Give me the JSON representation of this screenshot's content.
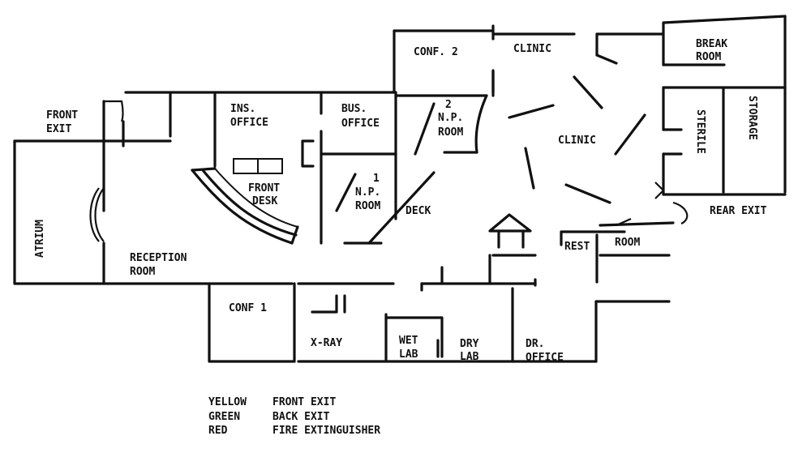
{
  "rooms": {
    "front_exit": [
      "FRONT",
      "EXIT"
    ],
    "atrium": "ATRIUM",
    "reception": [
      "RECEPTION",
      "ROOM"
    ],
    "ins_office": [
      "INS.",
      "OFFICE"
    ],
    "bus_office": [
      "BUS.",
      "OFFICE"
    ],
    "front_desk": [
      "FRONT",
      "DESK"
    ],
    "np_room_1": [
      "1",
      "N.P.",
      "ROOM"
    ],
    "np_room_2": [
      "2",
      "N.P.",
      "ROOM"
    ],
    "deck": "DECK",
    "conf_2": "CONF. 2",
    "clinic_top": "CLINIC",
    "clinic_main": "CLINIC",
    "break_room": [
      "BREAK",
      "ROOM"
    ],
    "sterile": "STERILE",
    "storage": "STORAGE",
    "rear_exit": "REAR EXIT",
    "rest": "REST",
    "room": "ROOM",
    "conf_1": "CONF 1",
    "x_ray": "X-RAY",
    "wet_lab": [
      "WET",
      "LAB"
    ],
    "dry_lab": [
      "DRY",
      "LAB"
    ],
    "dr_office": [
      "DR.",
      "OFFICE"
    ]
  },
  "legend": [
    {
      "color": "YELLOW",
      "meaning": "FRONT EXIT"
    },
    {
      "color": "GREEN",
      "meaning": "BACK EXIT"
    },
    {
      "color": "RED",
      "meaning": "FIRE EXTINGUISHER"
    }
  ]
}
